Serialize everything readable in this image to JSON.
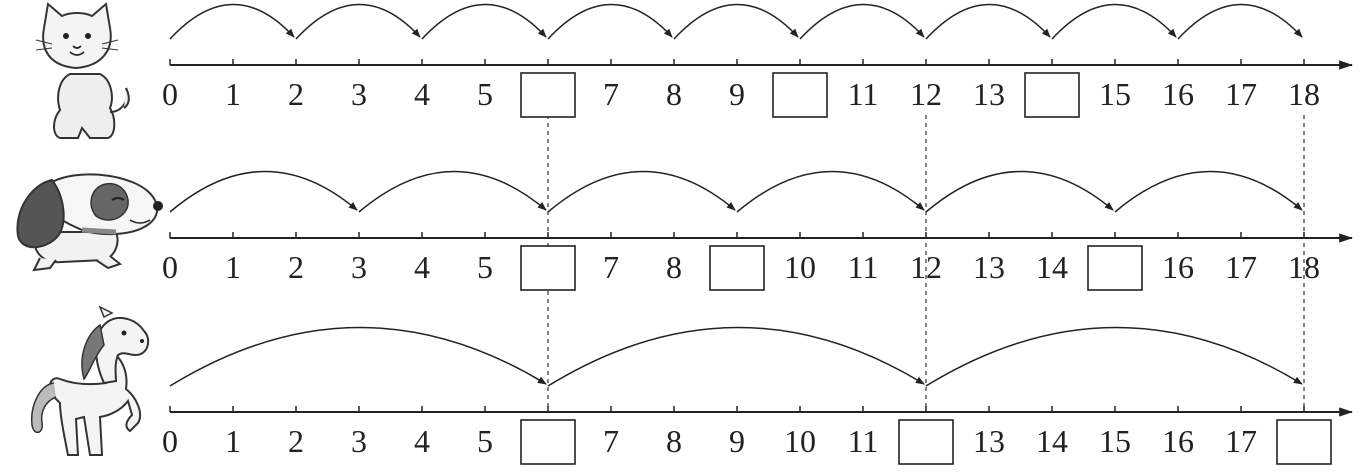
{
  "lines": [
    {
      "animal": "cat-icon",
      "step": 2,
      "labels": [
        "0",
        "1",
        "2",
        "3",
        "4",
        "5",
        "",
        "7",
        "8",
        "9",
        "",
        "11",
        "12",
        "13",
        "",
        "15",
        "16",
        "17",
        "18"
      ],
      "blank_positions": [
        6,
        10,
        14
      ]
    },
    {
      "animal": "dog-icon",
      "step": 3,
      "labels": [
        "0",
        "1",
        "2",
        "3",
        "4",
        "5",
        "",
        "7",
        "8",
        "",
        "10",
        "11",
        "12",
        "13",
        "14",
        "",
        "16",
        "17",
        "18"
      ],
      "blank_positions": [
        6,
        9,
        15
      ]
    },
    {
      "animal": "horse-icon",
      "step": 6,
      "labels": [
        "0",
        "1",
        "2",
        "3",
        "4",
        "5",
        "",
        "7",
        "8",
        "9",
        "10",
        "11",
        "",
        "13",
        "14",
        "15",
        "16",
        "17",
        ""
      ],
      "blank_positions": [
        6,
        12,
        18
      ]
    }
  ],
  "guide_positions": [
    6,
    12,
    18
  ],
  "range": [
    0,
    18
  ]
}
